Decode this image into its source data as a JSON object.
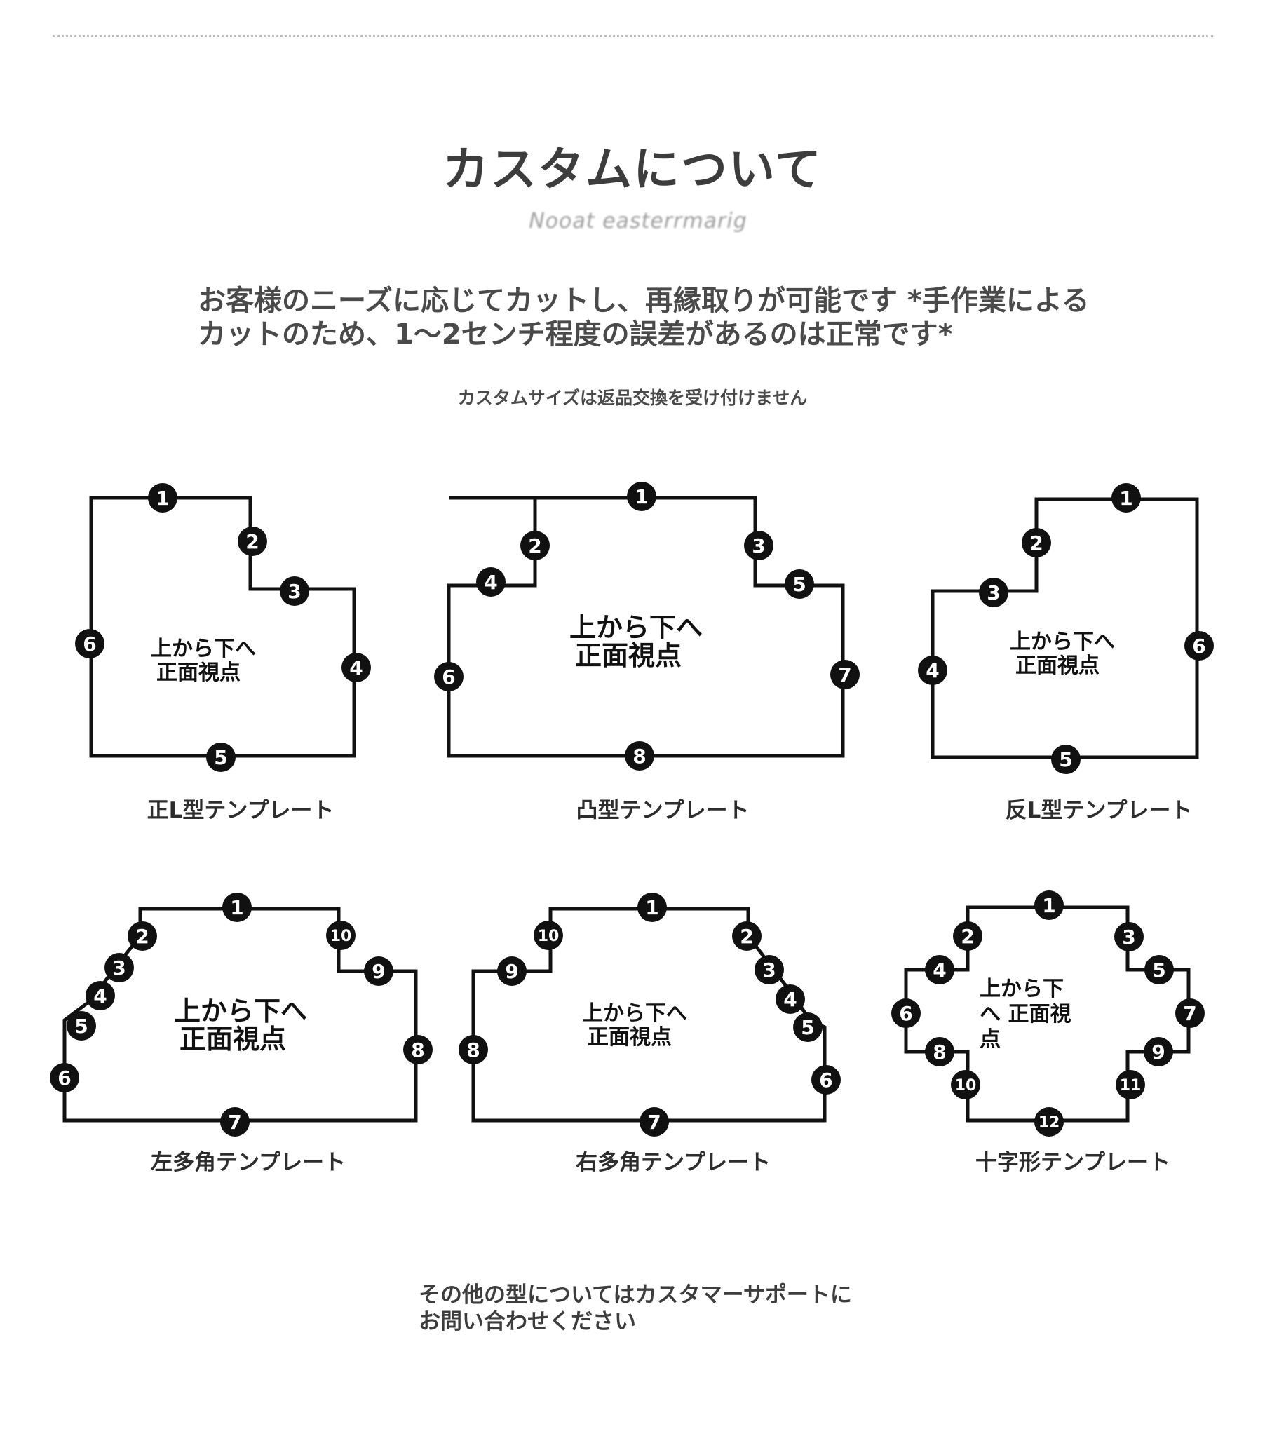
{
  "header": {
    "title": "カスタムについて",
    "subtitle": "Nooat easterrmarig"
  },
  "description": "お客様のニーズに応じてカットし、再縁取りが可能です *手作業によるカットのため、1〜2センチ程度の誤差があるのは正常です*",
  "note": "カスタムサイズは返品交換を受け付けません",
  "center_label": "上から下へ正面視点",
  "templates": [
    {
      "name": "正L型テンプレート",
      "markers": [
        "1",
        "2",
        "3",
        "4",
        "5",
        "6"
      ]
    },
    {
      "name": "凸型テンプレート",
      "markers": [
        "1",
        "2",
        "3",
        "4",
        "5",
        "6",
        "7",
        "8"
      ]
    },
    {
      "name": "反L型テンプレート",
      "markers": [
        "1",
        "2",
        "3",
        "4",
        "5",
        "6"
      ]
    },
    {
      "name": "左多角テンプレート",
      "markers": [
        "1",
        "2",
        "3",
        "4",
        "5",
        "6",
        "7",
        "8",
        "9",
        "10"
      ]
    },
    {
      "name": "右多角テンプレート",
      "markers": [
        "1",
        "2",
        "3",
        "4",
        "5",
        "6",
        "7",
        "8",
        "9",
        "10"
      ]
    },
    {
      "name": "十字形テンプレート",
      "markers": [
        "1",
        "2",
        "3",
        "4",
        "5",
        "6",
        "7",
        "8",
        "9",
        "10",
        "11",
        "12"
      ]
    }
  ],
  "footer": "その他の型についてはカスタマーサポートにお問い合わせください",
  "colors": {
    "line": "#111111",
    "marker_fill": "#111111",
    "marker_text": "#ffffff",
    "text": "#3a3a3a"
  }
}
